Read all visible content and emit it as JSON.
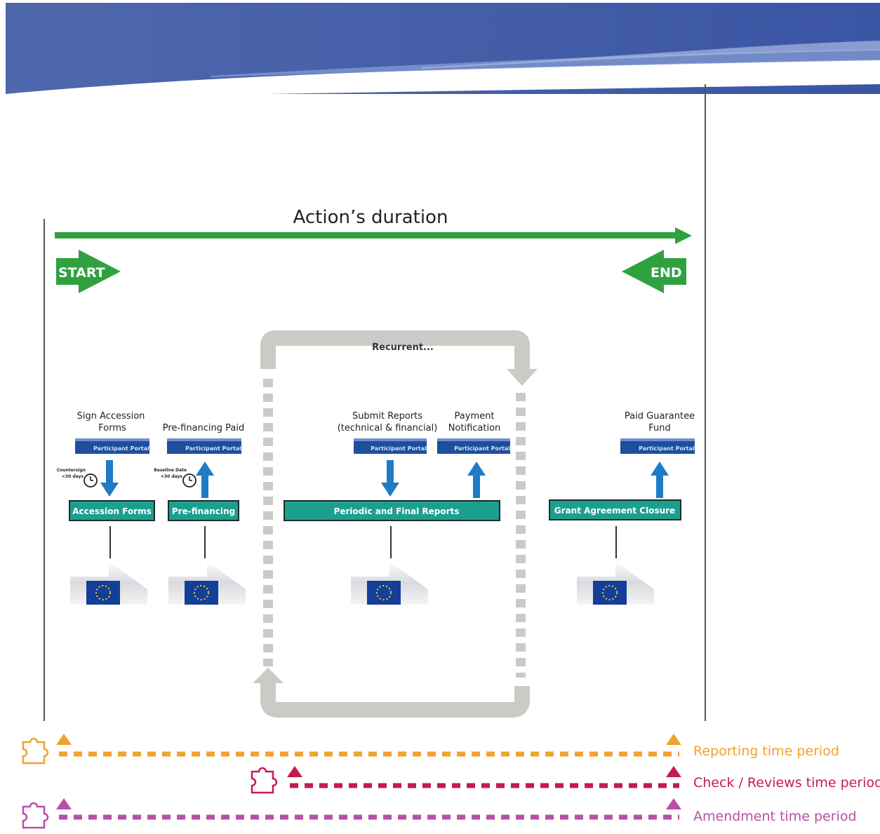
{
  "title": "Action’s duration",
  "start_label": "START",
  "end_label": "END",
  "recurrent_label": "Recurrent...",
  "portal_label": "Participant Portal",
  "steps": [
    {
      "top_lines": [
        "Sign Accession",
        "Forms"
      ],
      "box": "Accession Forms",
      "direction": "down",
      "note_lines": [
        "Countersign",
        "<30 days"
      ]
    },
    {
      "top_lines": [
        "",
        "Pre-financing Paid"
      ],
      "box": "Pre-financing",
      "direction": "up",
      "note_lines": [
        "Baseline Date",
        "<30 days"
      ]
    },
    {
      "top_lines": [
        "Submit Reports",
        "(technical  & financial)"
      ],
      "box": "Periodic and Final Reports",
      "direction": "down",
      "note_lines": []
    },
    {
      "top_lines": [
        "Payment",
        "Notification"
      ],
      "box": "",
      "direction": "up",
      "note_lines": []
    },
    {
      "top_lines": [
        "Paid Guarantee",
        "Fund"
      ],
      "box": "Grant Agreement Closure",
      "direction": "up",
      "note_lines": []
    }
  ],
  "periods": [
    {
      "label": "Reporting time period",
      "color": "#f0a22e"
    },
    {
      "label": "Check / Reviews time period",
      "color": "#c21d4c"
    },
    {
      "label": "Amendment time period",
      "color": "#b94fa6"
    }
  ],
  "colors": {
    "green": "#2fa23f",
    "teal": "#1d9f8f",
    "blue": "#1f7bc6",
    "portal": "#1e4f9c",
    "eu_blue": "#143f98",
    "eu_star": "#f5d417",
    "recurrent": "#c9cbc6"
  }
}
